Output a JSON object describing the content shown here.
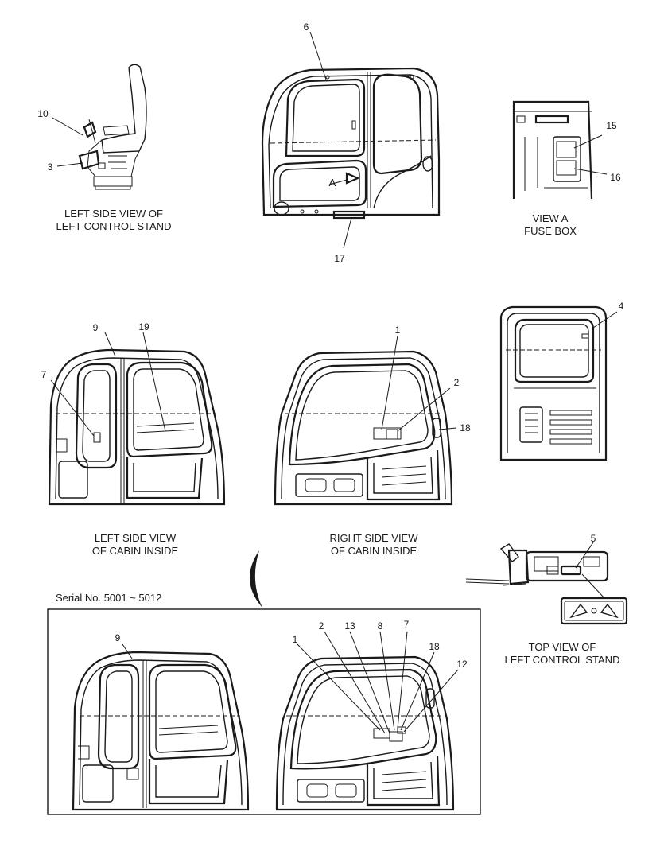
{
  "captions": {
    "left_stand_side": [
      "LEFT SIDE VIEW OF",
      "LEFT CONTROL STAND"
    ],
    "view_a": [
      "VIEW A",
      "FUSE BOX"
    ],
    "left_cabin_inside": [
      "LEFT SIDE VIEW",
      "OF CABIN INSIDE"
    ],
    "right_cabin_inside": [
      "RIGHT SIDE VIEW",
      "OF CABIN INSIDE"
    ],
    "top_view_stand": [
      "TOP VIEW OF",
      "LEFT CONTROL STAND"
    ],
    "serial": "Serial No. 5001 ~ 5012"
  },
  "view_marker": "A",
  "callouts": {
    "c10": "10",
    "c3": "3",
    "c6": "6",
    "c17": "17",
    "c15": "15",
    "c16": "16",
    "c9a": "9",
    "c19": "19",
    "c7a": "7",
    "c1a": "1",
    "c2a": "2",
    "c18a": "18",
    "c4": "4",
    "c5": "5",
    "c9b": "9",
    "c1b": "1",
    "c2b": "2",
    "c13": "13",
    "c8": "8",
    "c7b": "7",
    "c18b": "18",
    "c12": "12"
  },
  "colors": {
    "line": "#1a1a1a",
    "background": "#ffffff"
  }
}
